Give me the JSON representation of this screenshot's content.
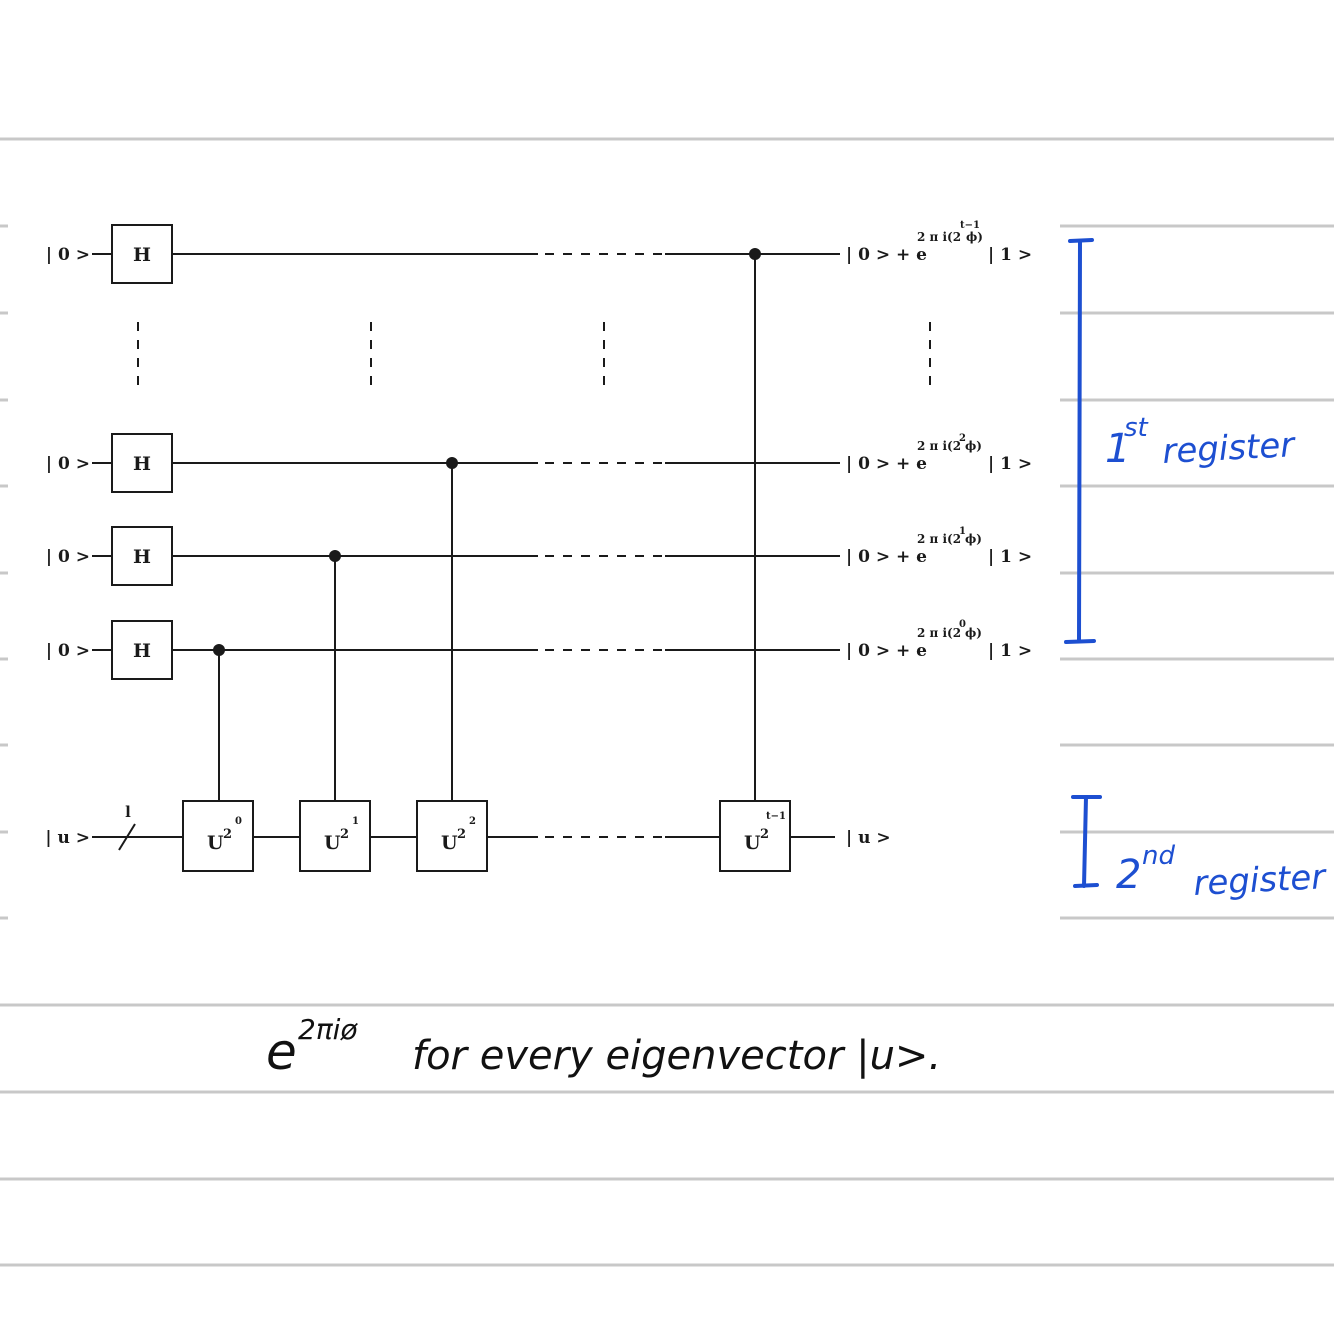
{
  "colors": {
    "paper": "#ffffff",
    "rule": "#c8c8c8",
    "ink": "#1a1a1a",
    "annotation": "#1d4fd1",
    "note": "#111111"
  },
  "circuit": {
    "qubit_input": "| 0 >",
    "gate_h": "H",
    "register2_input": "| u >",
    "wire_count_label": "l",
    "u0": {
      "base": "U",
      "exp": "2",
      "sup": "0"
    },
    "u1": {
      "base": "U",
      "exp": "2",
      "sup": "1"
    },
    "u2": {
      "base": "U",
      "exp": "2",
      "sup": "2"
    },
    "ut": {
      "base": "U",
      "exp": "2",
      "sup": "t−1"
    },
    "out_top": {
      "prefix": "| 0 > + e",
      "exponent": "2 π i(2",
      "power": "t−1",
      "tail": "ϕ)",
      "suffix": "| 1 >"
    },
    "out_2": {
      "prefix": "| 0 > + e",
      "exponent": "2 π i(2",
      "power": "2",
      "tail": "ϕ)",
      "suffix": "| 1 >"
    },
    "out_1": {
      "prefix": "| 0 > + e",
      "exponent": "2 π i(2",
      "power": "1",
      "tail": "ϕ)",
      "suffix": "| 1 >"
    },
    "out_0": {
      "prefix": "| 0 > + e",
      "exponent": "2 π i(2",
      "power": "0",
      "tail": "ϕ)",
      "suffix": "| 1 >"
    },
    "register2_output": "| u >"
  },
  "annotations": {
    "first_register": {
      "ordinal": "1",
      "ordinal_sup": "st",
      "word": "register"
    },
    "second_register": {
      "ordinal": "2",
      "ordinal_sup": "nd",
      "word": "register"
    }
  },
  "note": {
    "base": "e",
    "exponent": "2πiø",
    "text": "for every eigenvector |u>."
  }
}
